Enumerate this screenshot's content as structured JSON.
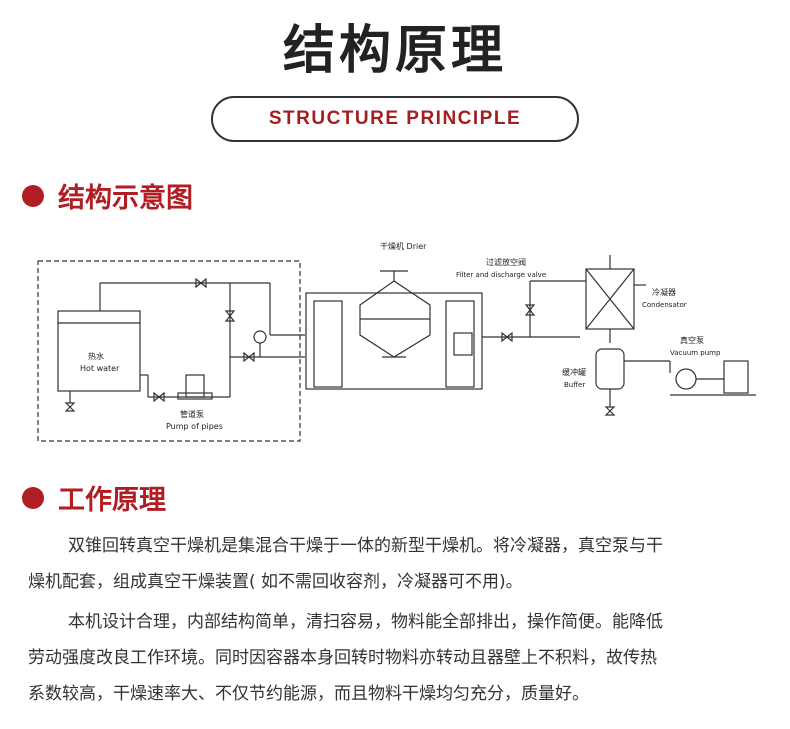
{
  "header": {
    "title": "结构原理",
    "subtitle": "STRUCTURE PRINCIPLE"
  },
  "section1": {
    "title": "结构示意图"
  },
  "diagram": {
    "drier_label": "干燥机 Drier",
    "filter_cn": "过滤放空阀",
    "filter_en": "Filter and discharge valve",
    "condenser_cn": "冷凝器",
    "condenser_en": "Condensator",
    "vacuum_cn": "真空泵",
    "vacuum_en": "Vacuum pump",
    "buffer_cn": "缓冲罐",
    "buffer_en": "Buffer",
    "hot_cn": "热水",
    "hot_en": "Hot water",
    "pump_cn": "管道泵",
    "pump_en": "Pump of pipes"
  },
  "section2": {
    "title": "工作原理"
  },
  "paragraphs": {
    "p1_line1": "双锥回转真空干燥机是集混合干燥于一体的新型干燥机。将冷凝器，真空泵与干",
    "p1_line2": "燥机配套，组成真空干燥装置( 如不需回收容剂，冷凝器可不用)。",
    "p2_line1": "本机设计合理，内部结构简单，清扫容易，物料能全部排出，操作简便。能降低",
    "p2_line2": "劳动强度改良工作环境。同时因容器本身回转时物料亦转动且器壁上不积料，故传热",
    "p2_line3": "系数较高，干燥速率大、不仅节约能源，而且物料干燥均匀充分，质量好。"
  }
}
